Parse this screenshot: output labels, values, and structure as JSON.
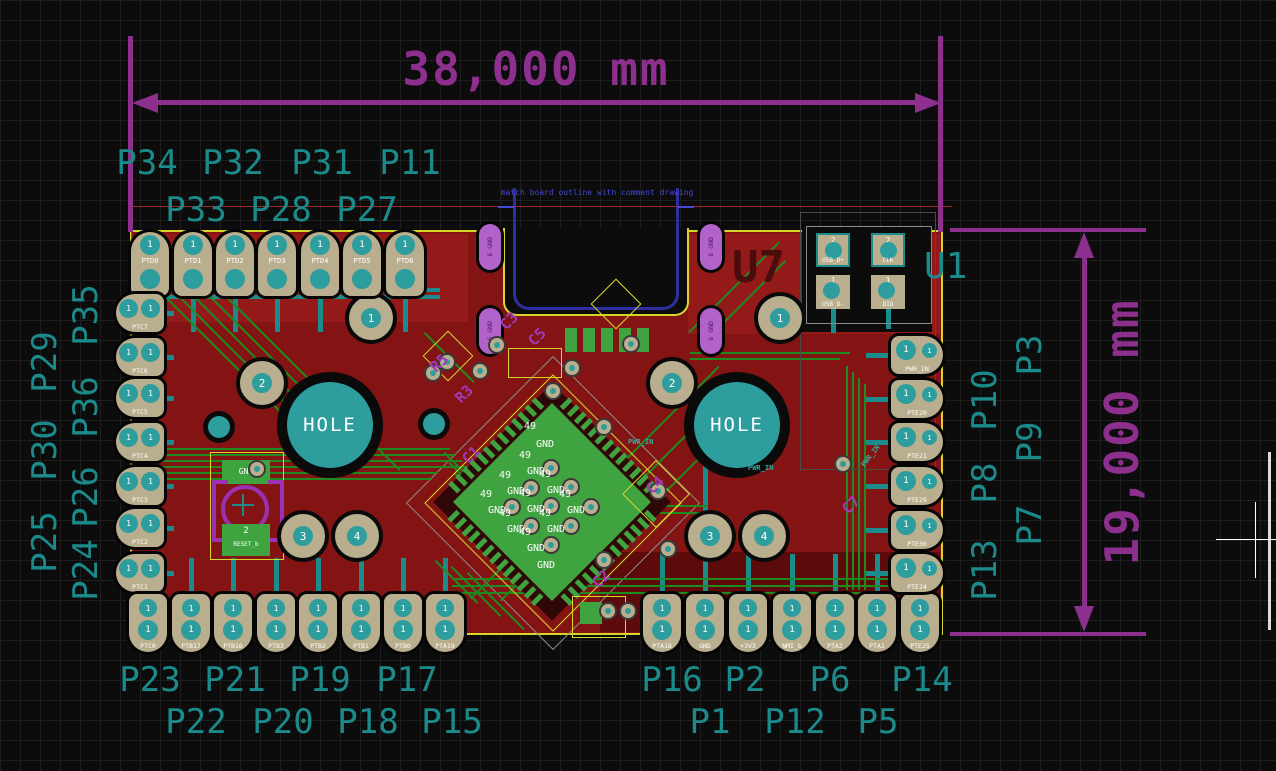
{
  "dimension_labels": {
    "width": "38,000 mm",
    "height": "19,000 mm"
  },
  "note_text": "match board outline with comment drawing",
  "component_refs": {
    "u1": "U1",
    "u7": "U7"
  },
  "hole_label": "HOLE",
  "power_net_label": "PWR_IN",
  "pin_number_label": "1",
  "qfp_via": {
    "number": "49",
    "net": "GND"
  },
  "mount_pad_numbers": [
    "1",
    "2",
    "3",
    "4"
  ],
  "usb_shield_pad": {
    "number": "6",
    "net": "GND",
    "label": "6 GND"
  },
  "swd_pads": [
    {
      "num": "2",
      "name": "USB_D+"
    },
    {
      "num": "2",
      "name": "CLK"
    },
    {
      "num": "1",
      "name": "USB_D-"
    },
    {
      "num": "1",
      "name": "DIO"
    }
  ],
  "reset_button": {
    "pad1_net": "GND",
    "pad2_num": "2",
    "pad2_net": "RESET_b"
  },
  "pads": {
    "top": [
      "PTD0",
      "PTD1",
      "PTD2",
      "PTD3",
      "PTD4",
      "PTD5",
      "PTD6"
    ],
    "left": [
      "PTC7",
      "PTC6",
      "PTC5",
      "PTC4",
      "PTC3",
      "PTC2",
      "PTC1"
    ],
    "bottom": [
      "PTC0",
      "PTB17",
      "PTB16",
      "PTB3",
      "PTB2",
      "PTB1",
      "PTB0",
      "PTA19",
      "PTA18",
      "GND",
      "+3V3",
      "NMI_b",
      "PTA2",
      "PTA1",
      "PTE25"
    ],
    "right": [
      "PWR_IN",
      "PTE20",
      "PTE21",
      "PTE29",
      "PTE30",
      "PTE24"
    ]
  },
  "pin_labels": {
    "top_row_upper": [
      "P34",
      "P32",
      "P31",
      "P11"
    ],
    "top_row_lower": [
      "P33",
      "P28",
      "P27"
    ],
    "left_outer": [
      "P29",
      "P30",
      "P25"
    ],
    "left_inner": [
      "P35",
      "P36",
      "P26",
      "P24"
    ],
    "right_inner": [
      "P10",
      "P8",
      "P13"
    ],
    "right_outer": [
      "P3",
      "P9",
      "P7"
    ],
    "bottom_row_upper": [
      "P23",
      "P21",
      "P19",
      "P17",
      "P16",
      "P2",
      "P6",
      "P14"
    ],
    "bottom_row_lower": [
      "P22",
      "P20",
      "P18",
      "P15",
      "P1",
      "P12",
      "P5"
    ]
  },
  "silkscreen_refs": [
    "R3",
    "R5",
    "C1",
    "C2",
    "C3",
    "C4",
    "C5",
    "C7"
  ],
  "colors": {
    "background": "#0c0c0c",
    "grid": "#1e1e1e",
    "dimension_purple": "#8d2f8d",
    "label_teal": "#1b8a8a",
    "board_red": "#841414",
    "outline_yellow": "#d6d62a",
    "trace_green": "#1f8a1f",
    "pad_gold": "#b9ae8d",
    "drill_teal": "#2d9d9d",
    "usb_outline_blue": "#2e2ea0",
    "comment_blue": "#4646d8",
    "silkscreen_purple": "#a03ab8",
    "shield_pad_purple": "#b163c9"
  }
}
